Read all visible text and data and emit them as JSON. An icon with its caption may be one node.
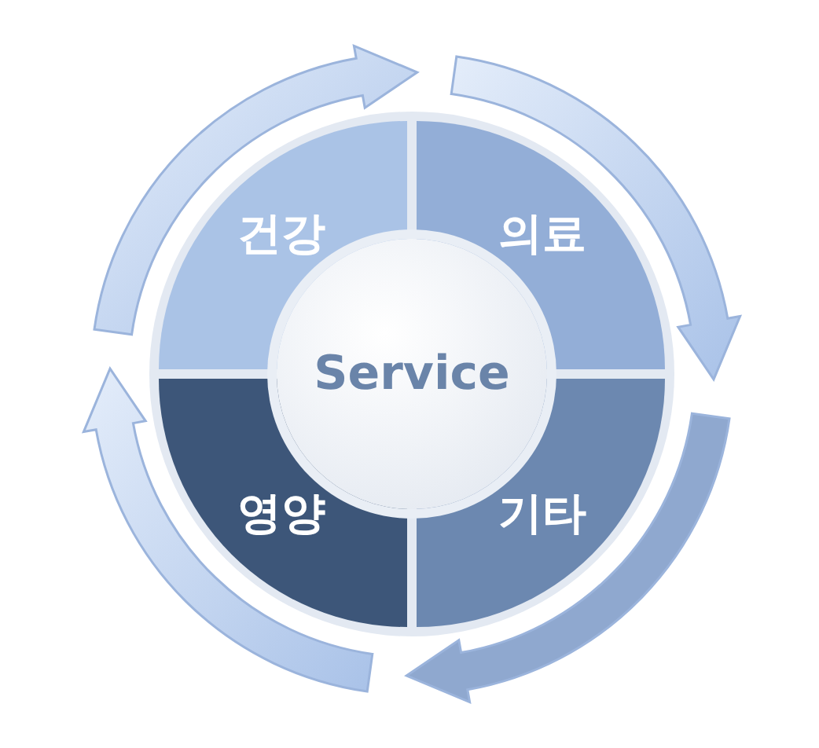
{
  "diagram": {
    "nodes": [
      {
        "text": [
          "건강"
        ]
      },
      {
        "text": [
          "의료"
        ]
      },
      {
        "text": [
          "Service"
        ]
      },
      {
        "text": [
          "영양"
        ]
      },
      {
        "text": [
          "기타"
        ]
      }
    ]
  }
}
